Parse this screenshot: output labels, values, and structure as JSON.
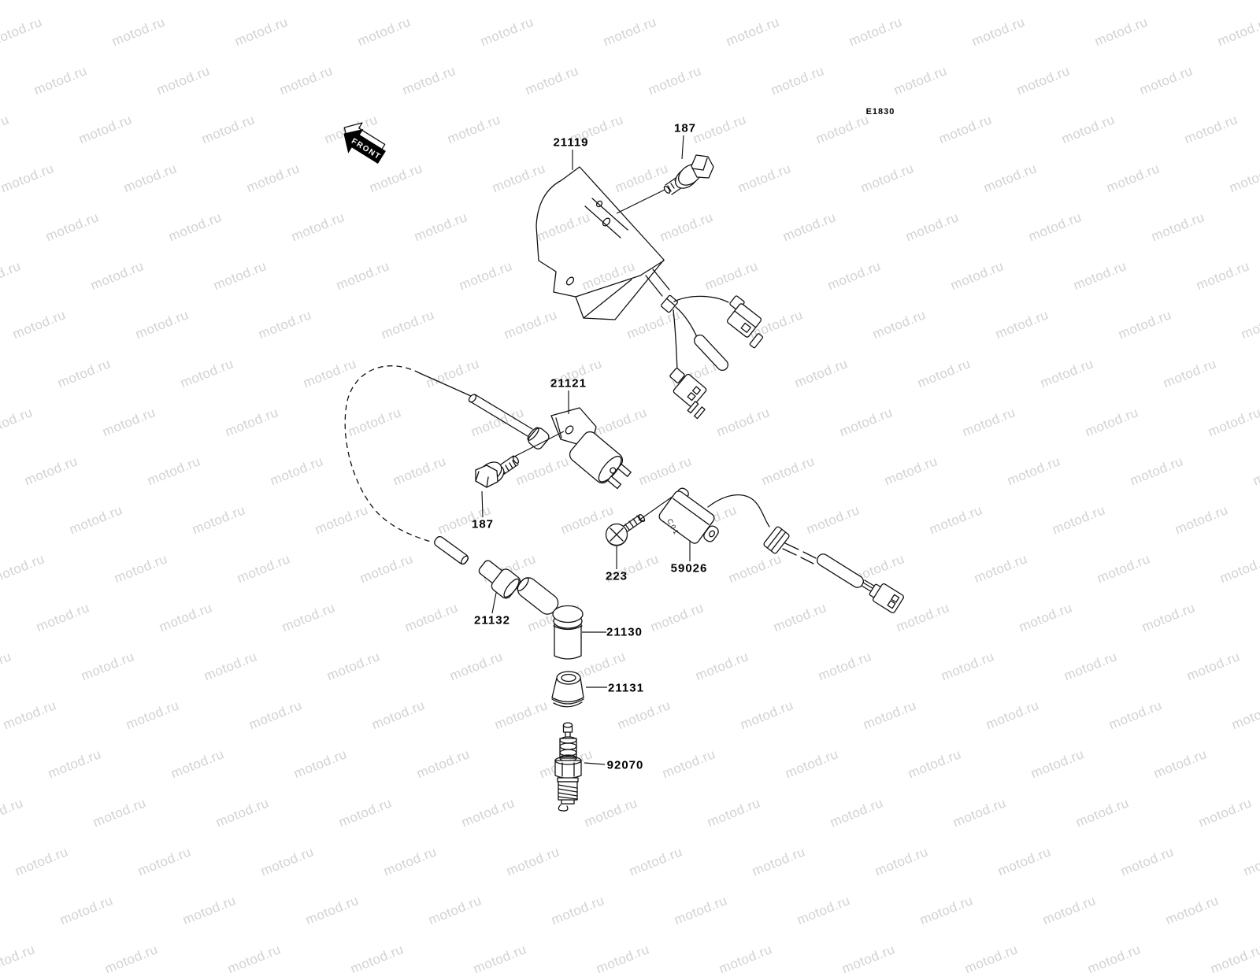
{
  "watermark": {
    "text": "motod.ru",
    "color": "#d2d2d2"
  },
  "diagram_code": "E1830",
  "front_marker": "FRONT",
  "coil_marking": "C01",
  "parts": {
    "p21119": {
      "label": "21119"
    },
    "p187": {
      "label": "187"
    },
    "p21121": {
      "label": "21121"
    },
    "p223": {
      "label": "223"
    },
    "p59026": {
      "label": "59026"
    },
    "p21132": {
      "label": "21132"
    },
    "p21130": {
      "label": "21130"
    },
    "p21131": {
      "label": "21131"
    },
    "p92070": {
      "label": "92070"
    }
  }
}
